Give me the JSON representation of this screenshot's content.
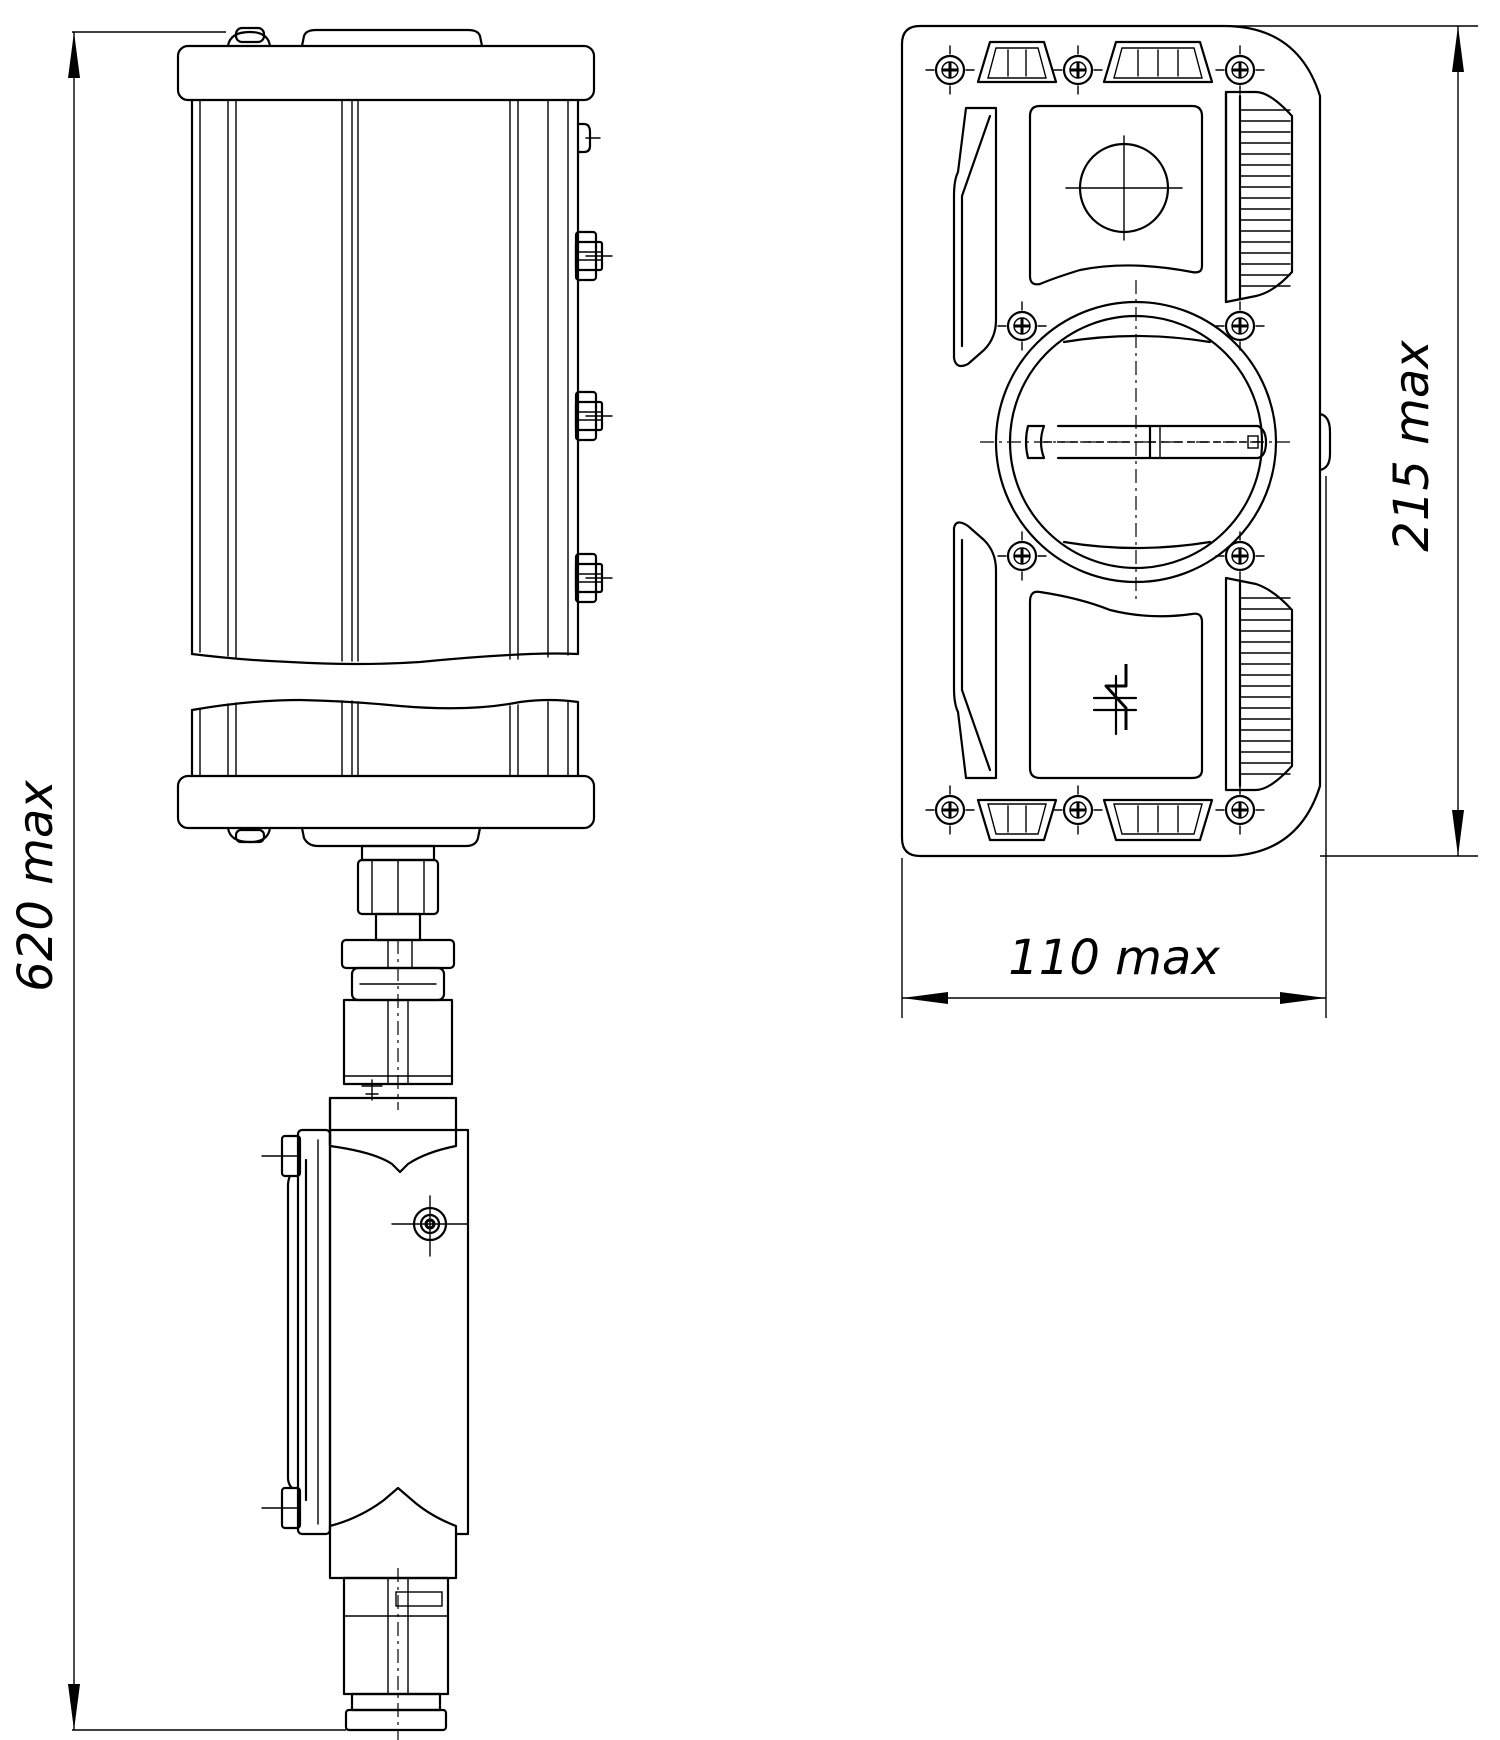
{
  "dimensions": {
    "height_label": "620 max",
    "depth_label": "215 max",
    "width_label": "110 max"
  },
  "colors": {
    "line": "#000000",
    "background": "#ffffff"
  }
}
